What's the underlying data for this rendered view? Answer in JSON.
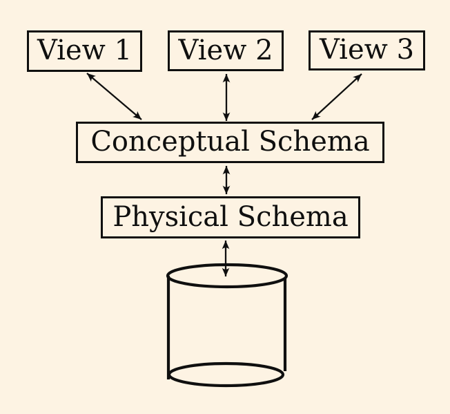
{
  "colors": {
    "background": "#fdf3e3",
    "stroke": "#0f0f0f",
    "text": "#0f0f0f"
  },
  "nodes": {
    "view1": {
      "label": "View 1"
    },
    "view2": {
      "label": "View 2"
    },
    "view3": {
      "label": "View 3"
    },
    "conceptual": {
      "label": "Conceptual Schema"
    },
    "physical": {
      "label": "Physical Schema"
    },
    "database": {
      "icon": "database-cylinder"
    }
  },
  "edges": [
    {
      "from": "view1",
      "to": "conceptual",
      "type": "double-arrow"
    },
    {
      "from": "view2",
      "to": "conceptual",
      "type": "double-arrow"
    },
    {
      "from": "view3",
      "to": "conceptual",
      "type": "double-arrow"
    },
    {
      "from": "conceptual",
      "to": "physical",
      "type": "double-arrow"
    },
    {
      "from": "physical",
      "to": "database",
      "type": "double-arrow"
    }
  ]
}
